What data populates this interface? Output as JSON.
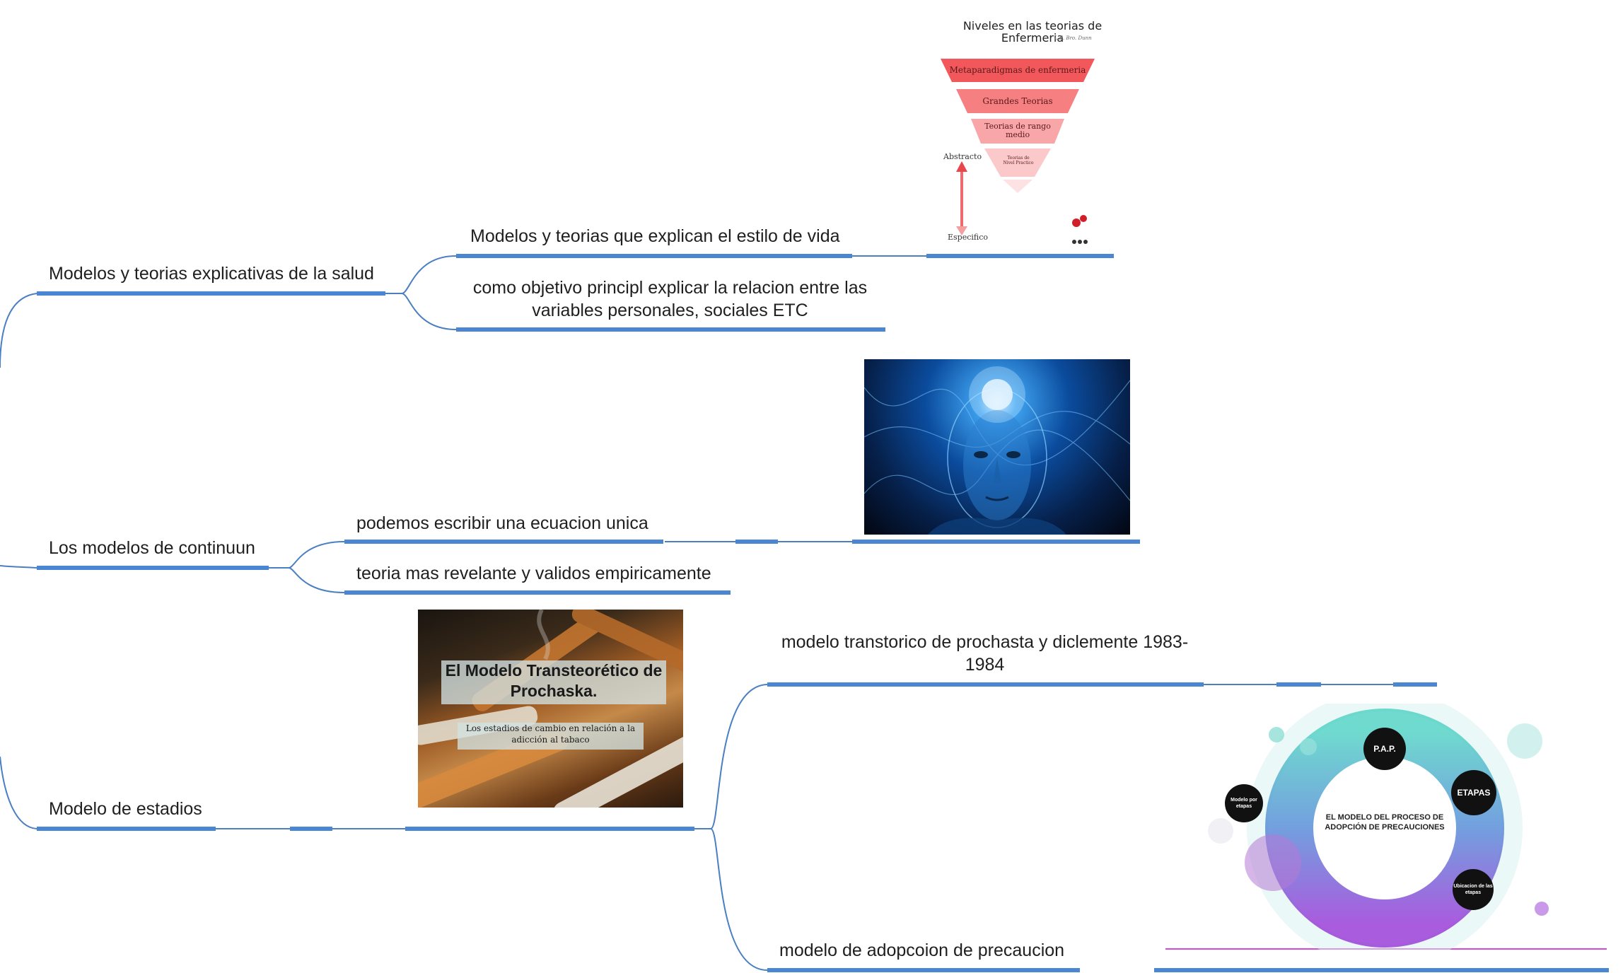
{
  "topics": {
    "main1": "Modelos y teorias explicativas de la salud",
    "sub1a": "Modelos y teorias que explican el estilo de vida",
    "sub1b": "como objetivo principl explicar la relacion entre las variables personales, sociales ETC",
    "main2": "Los modelos de continuun",
    "sub2a": "podemos escribir una ecuacion unica",
    "sub2b": "teoria mas revelante  y validos empiricamente",
    "main3": "Modelo de estadios",
    "sub3a": "modelo transtorico de prochasta y diclemente 1983-1984",
    "sub3b": "modelo de adopcoion de precaucion"
  },
  "pyramid": {
    "title": "Niveles en las teorias de Enfermeria",
    "signature": "L.E. Bro. Dunn",
    "levels": [
      "Metaparadigmas de enfermeria",
      "Grandes Teorias",
      "Teorias de rango medio",
      "Teorias de Nivel Practico"
    ],
    "axis_top": "Abstracto",
    "axis_bottom": "Especifico",
    "colors": [
      "#f2575c",
      "#f67f82",
      "#f9a6a8",
      "#fbc9ca",
      "#fde2e3"
    ]
  },
  "prochaska": {
    "title": "El Modelo Transteorético de Prochaska.",
    "subtitle": "Los estadios de cambio en relación a la adicción al tabaco"
  },
  "pap": {
    "center": "EL MODELO DEL PROCESO DE ADOPCIÓN DE PRECAUCIONES",
    "nodes": [
      "P.A.P.",
      "ETAPAS",
      "Modelo por etapas",
      "Ubicacion de las etapas"
    ]
  },
  "colors": {
    "branch_line": "#4a7fc1",
    "underline": "#4a86d1",
    "accent_magenta": "#d34ad8"
  }
}
